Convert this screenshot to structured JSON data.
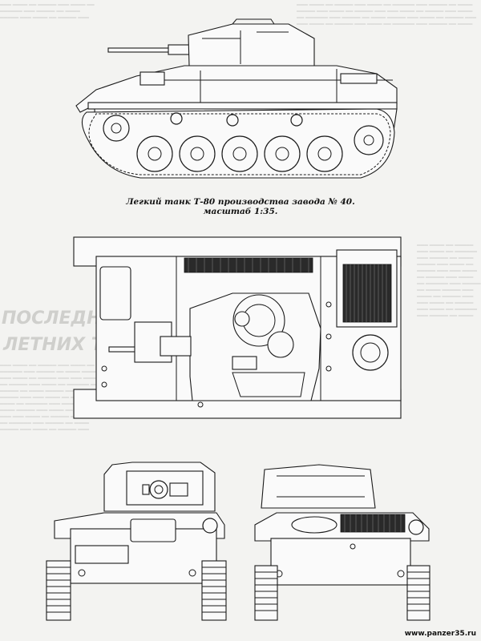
{
  "caption": "Легкий танк Т-80 производства завода № 40. масштаб 1:35.",
  "source": "www.panzer35.ru",
  "background_headline": {
    "line1": "ПОСЛЕДНЯЯ",
    "line2": "ЛЕТНИХ ТАН"
  },
  "colors": {
    "ink": "#1a1a1a",
    "paper": "#f3f3f1",
    "ghost_text": "#c9c9c6"
  },
  "views": [
    "side-view",
    "top-view",
    "front-view",
    "rear-view"
  ]
}
